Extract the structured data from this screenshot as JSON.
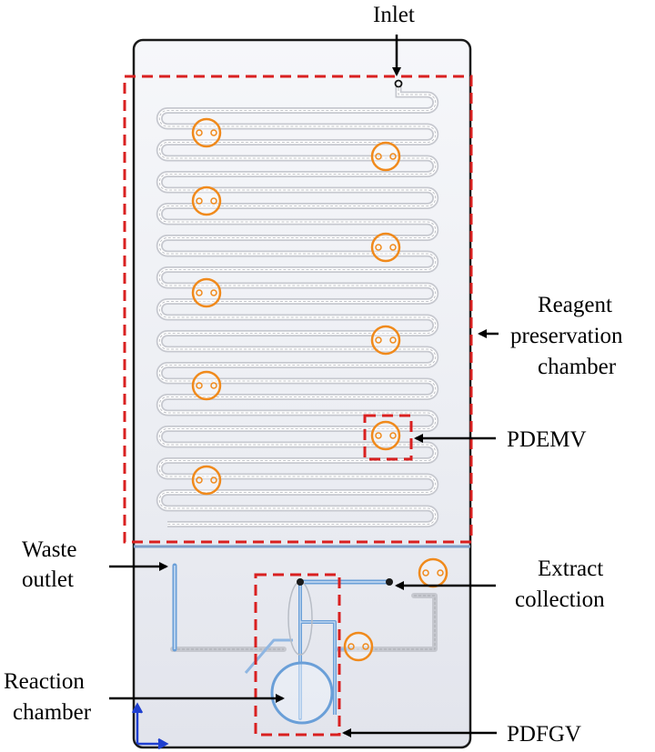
{
  "labels": {
    "inlet": "Inlet",
    "reagent_line1": "Reagent",
    "reagent_line2": "preservation",
    "reagent_line3": "chamber",
    "pdemv": "PDEMV",
    "waste_line1": "Waste",
    "waste_line2": "outlet",
    "extract_line1": "Extract",
    "extract_line2": "collection",
    "reaction_line1": "Reaction",
    "reaction_line2": "chamber",
    "pdfgv": "PDFGV"
  },
  "colors": {
    "chip_border": "#1a1a1a",
    "chip_fill_top": "#f4f5f9",
    "chip_fill_bottom": "#dfe1ea",
    "channel": "#c6c8cf",
    "channel_center": "#b0b2b9",
    "valve": "#f08a1c",
    "highlight_box": "#d92020",
    "blue_channel": "#6a9fd8",
    "axis_blue": "#1f3fd0",
    "arrow": "#000000"
  },
  "icons": {
    "arrow": "arrow-left-icon",
    "valve": "valve-circle-icon",
    "axis": "coordinate-axis-icon"
  }
}
